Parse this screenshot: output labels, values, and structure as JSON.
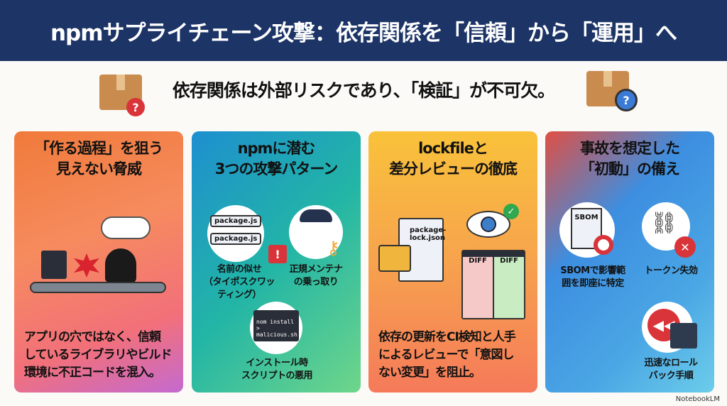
{
  "title": "npmサプライチェーン攻撃：依存関係を「信頼」から「運用」へ",
  "subtitle": "依存関係は外部リスクであり、「検証」が不可欠。",
  "cards": [
    {
      "title": [
        "「作る過程」を狙う",
        "見えない脅威"
      ],
      "body": [
        "アプリの穴ではなく、信頼",
        "しているライブラリやビルド",
        "環境に不正コードを混入。"
      ]
    },
    {
      "title": [
        "npmに潜む",
        "3つの攻撃パターン"
      ],
      "pkg": [
        "package.js",
        "package.js"
      ],
      "items": [
        [
          "名前の似せ",
          "（タイポスクワッ",
          "ティング）"
        ],
        [
          "正規メンテナ",
          "の乗っ取り"
        ],
        [
          "インストール時",
          "スクリプトの悪用"
        ]
      ],
      "terminal": [
        "nom install",
        "> malicious.sh"
      ]
    },
    {
      "title": [
        "lockfileと",
        "差分レビューの徹底"
      ],
      "file": [
        "package-",
        "lock.json"
      ],
      "diff": [
        "DIFF",
        "DIFF"
      ],
      "body": [
        "依存の更新をCI検知と人手",
        "によるレビューで「意図し",
        "ない変更」を阻止。"
      ]
    },
    {
      "title": [
        "事故を想定した",
        "「初動」の備え"
      ],
      "doc": "SBOM",
      "items": [
        [
          "SBOMで影響範",
          "囲を即座に特定"
        ],
        [
          "トークン失効"
        ],
        [
          "迅速なロール",
          "バック手順"
        ]
      ]
    }
  ],
  "footer": "NotebookLM",
  "colors": {
    "header": "#1c3466"
  }
}
